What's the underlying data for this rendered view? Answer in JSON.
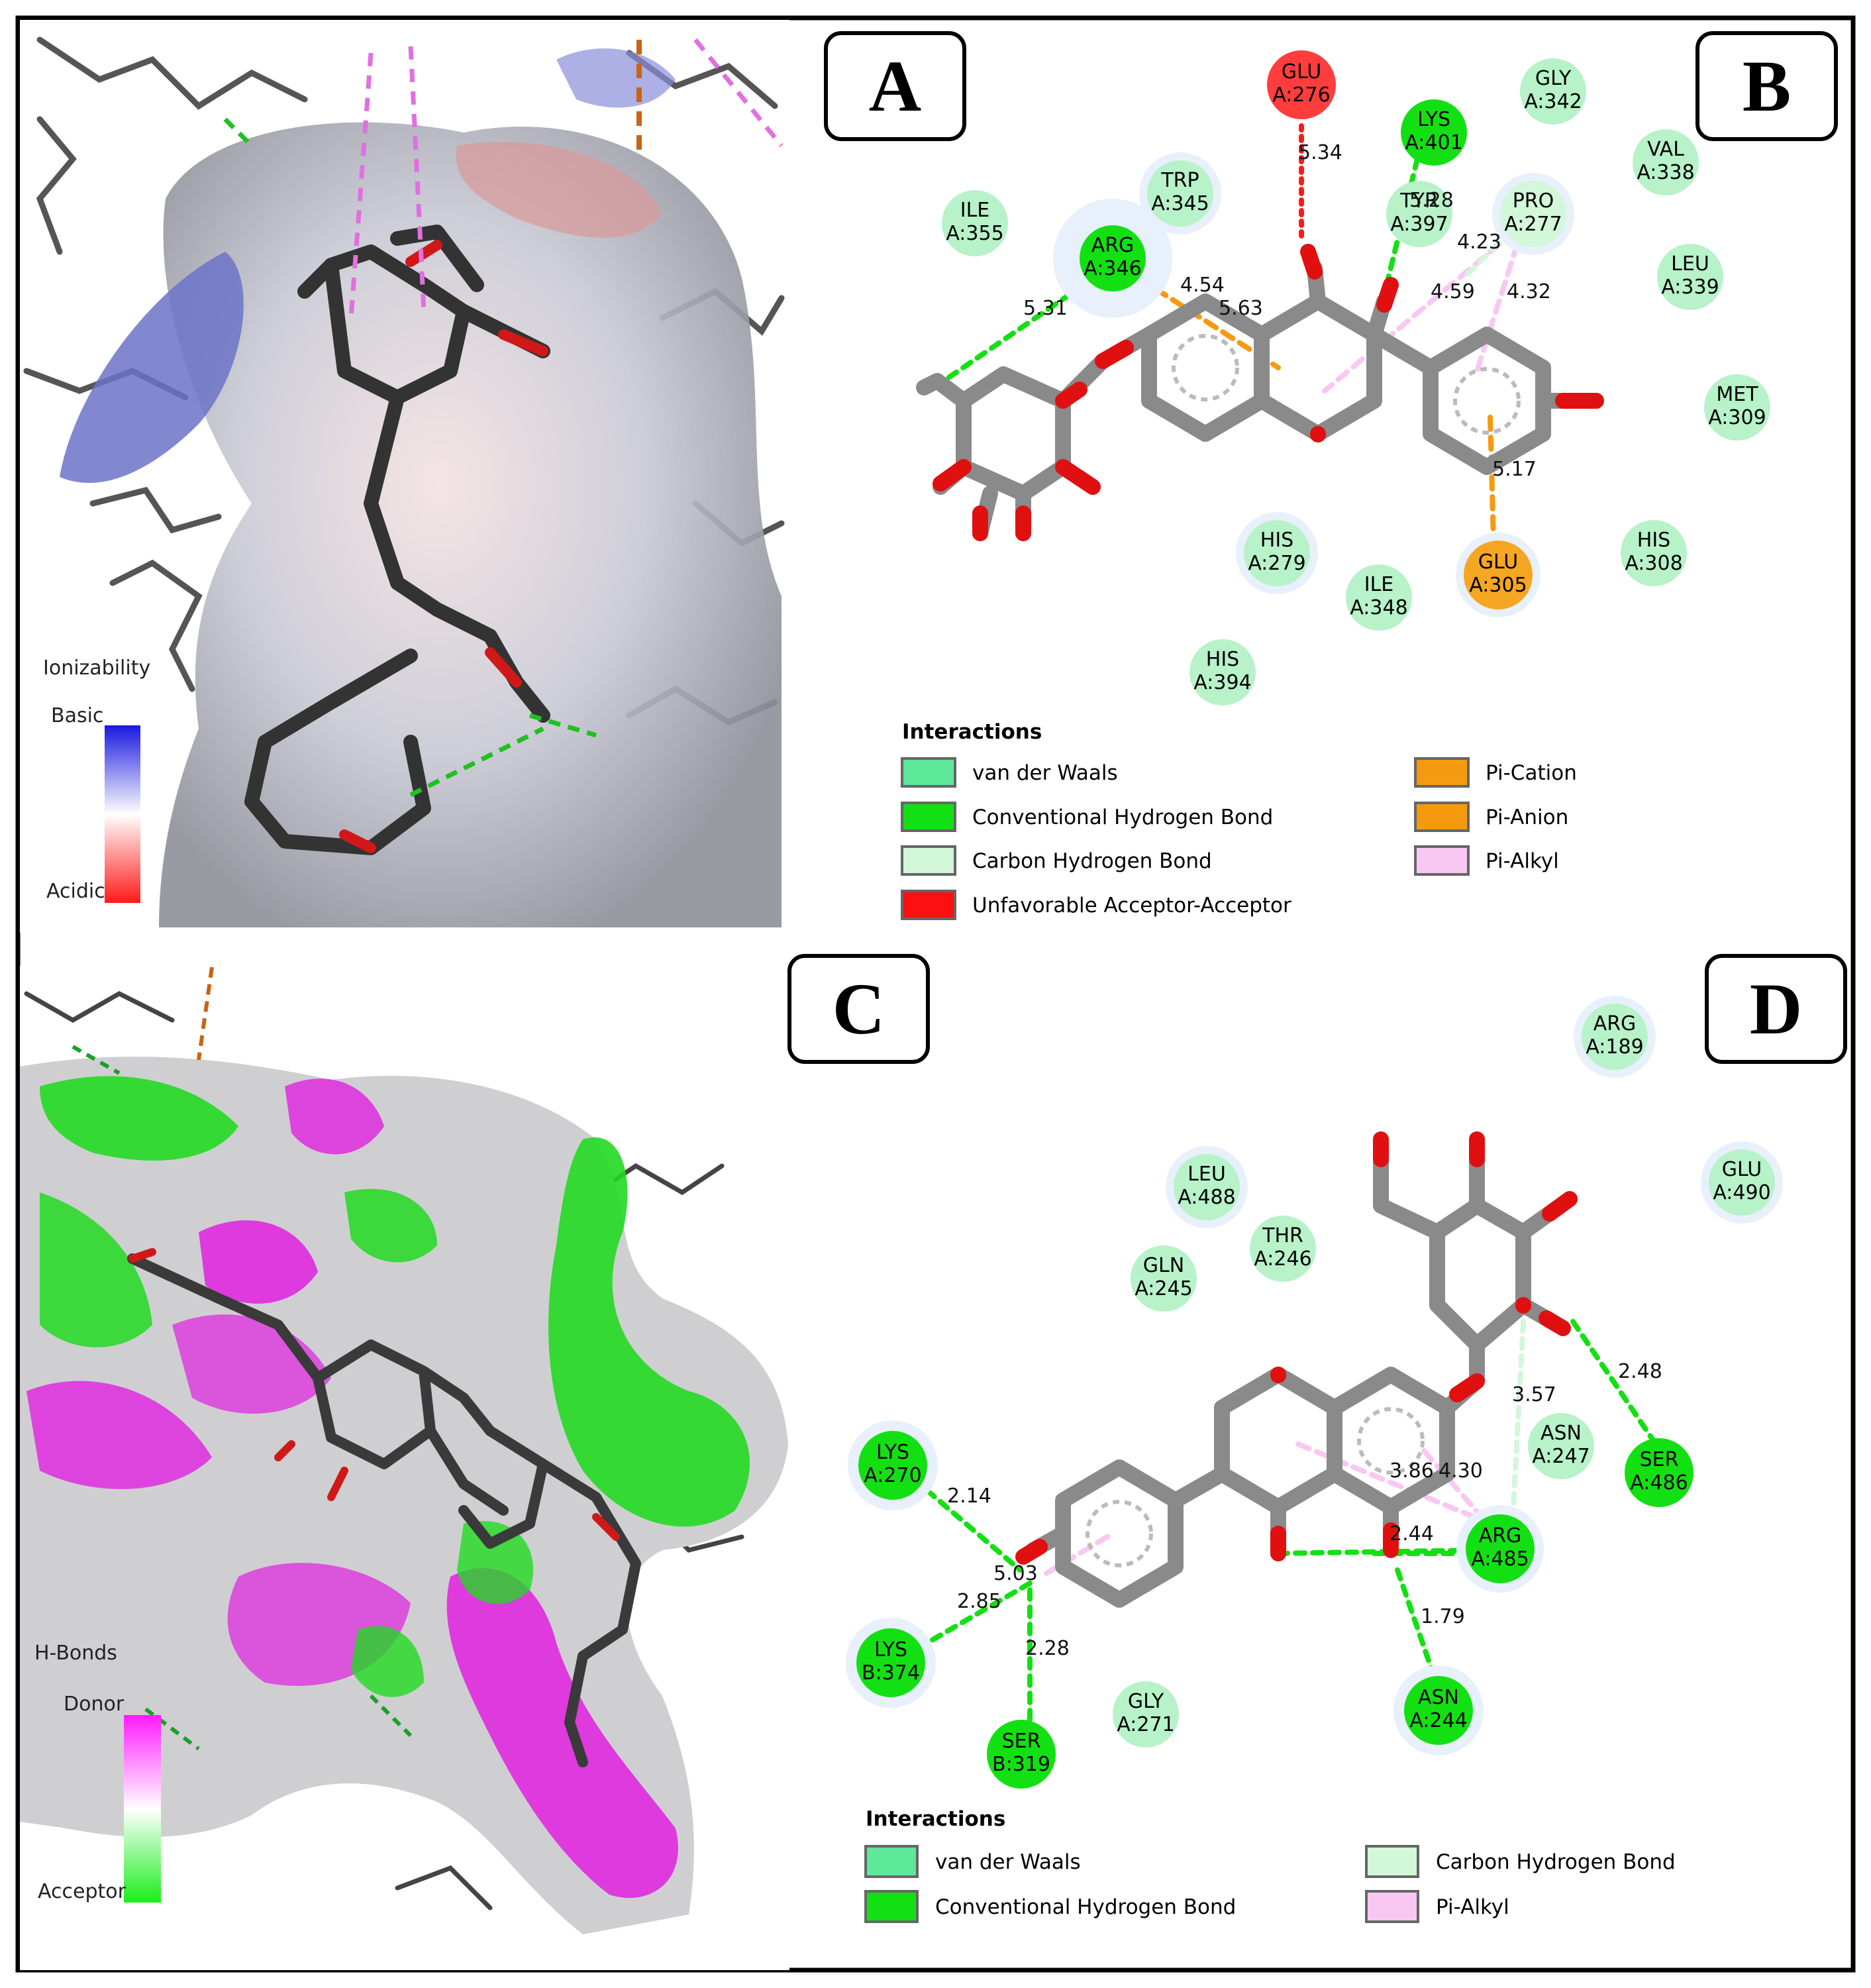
{
  "panels": {
    "a": {
      "label": "A",
      "scale": {
        "title": "Ionizability",
        "top": "Basic",
        "bottom": "Acidic"
      }
    },
    "b": {
      "label": "B",
      "residues": [
        {
          "name": "GLU",
          "id": "A:276",
          "kind": "unfavorable"
        },
        {
          "name": "GLY",
          "id": "A:342",
          "kind": "vdw"
        },
        {
          "name": "LYS",
          "id": "A:401",
          "kind": "hbond"
        },
        {
          "name": "VAL",
          "id": "A:338",
          "kind": "vdw"
        },
        {
          "name": "TRP",
          "id": "A:345",
          "kind": "vdw"
        },
        {
          "name": "TYR",
          "id": "A:397",
          "kind": "vdw"
        },
        {
          "name": "PRO",
          "id": "A:277",
          "kind": "chbond"
        },
        {
          "name": "ILE",
          "id": "A:355",
          "kind": "vdw"
        },
        {
          "name": "ARG",
          "id": "A:346",
          "kind": "hbond"
        },
        {
          "name": "LEU",
          "id": "A:339",
          "kind": "vdw"
        },
        {
          "name": "MET",
          "id": "A:309",
          "kind": "vdw"
        },
        {
          "name": "HIS",
          "id": "A:279",
          "kind": "vdw"
        },
        {
          "name": "ILE",
          "id": "A:348",
          "kind": "vdw"
        },
        {
          "name": "GLU",
          "id": "A:305",
          "kind": "pication"
        },
        {
          "name": "HIS",
          "id": "A:308",
          "kind": "vdw"
        },
        {
          "name": "HIS",
          "id": "A:394",
          "kind": "vdw"
        }
      ],
      "distances": [
        "5.34",
        "5.31",
        "4.54",
        "5.63",
        "4.23",
        "4.59",
        "4.32",
        "5.17",
        "5.28"
      ],
      "legend_title": "Interactions",
      "legend": [
        {
          "label": "van der Waals",
          "color": "#5de89a"
        },
        {
          "label": "Pi-Cation",
          "color": "#f59a0f"
        },
        {
          "label": "Conventional Hydrogen Bond",
          "color": "#13e013"
        },
        {
          "label": "Pi-Anion",
          "color": "#f59a0f"
        },
        {
          "label": "Carbon Hydrogen Bond",
          "color": "#d2f7d9"
        },
        {
          "label": "Pi-Alkyl",
          "color": "#f9c8f2"
        },
        {
          "label": "Unfavorable Acceptor-Acceptor",
          "color": "#ff1010"
        }
      ]
    },
    "c": {
      "label": "C",
      "scale": {
        "title": "H-Bonds",
        "top": "Donor",
        "bottom": "Acceptor"
      }
    },
    "d": {
      "label": "D",
      "residues": [
        {
          "name": "ARG",
          "id": "A:189",
          "kind": "vdw"
        },
        {
          "name": "GLU",
          "id": "A:490",
          "kind": "vdw"
        },
        {
          "name": "LEU",
          "id": "A:488",
          "kind": "vdw"
        },
        {
          "name": "THR",
          "id": "A:246",
          "kind": "vdw"
        },
        {
          "name": "GLN",
          "id": "A:245",
          "kind": "vdw"
        },
        {
          "name": "ASN",
          "id": "A:247",
          "kind": "vdw"
        },
        {
          "name": "SER",
          "id": "A:486",
          "kind": "hbond"
        },
        {
          "name": "LYS",
          "id": "A:270",
          "kind": "hbond"
        },
        {
          "name": "ARG",
          "id": "A:485",
          "kind": "hbond"
        },
        {
          "name": "LYS",
          "id": "B:374",
          "kind": "hbond"
        },
        {
          "name": "GLY",
          "id": "A:271",
          "kind": "vdw"
        },
        {
          "name": "SER",
          "id": "B:319",
          "kind": "hbond"
        },
        {
          "name": "ASN",
          "id": "A:244",
          "kind": "hbond"
        }
      ],
      "distances": [
        "2.48",
        "3.57",
        "3.86",
        "4.30",
        "2.14",
        "5.03",
        "2.85",
        "2.28",
        "2.44",
        "1.79"
      ],
      "legend_title": "Interactions",
      "legend": [
        {
          "label": "van der Waals",
          "color": "#5de89a"
        },
        {
          "label": "Carbon Hydrogen Bond",
          "color": "#d2f7d9"
        },
        {
          "label": "Conventional Hydrogen Bond",
          "color": "#13e013"
        },
        {
          "label": "Pi-Alkyl",
          "color": "#f9c8f2"
        }
      ]
    }
  }
}
